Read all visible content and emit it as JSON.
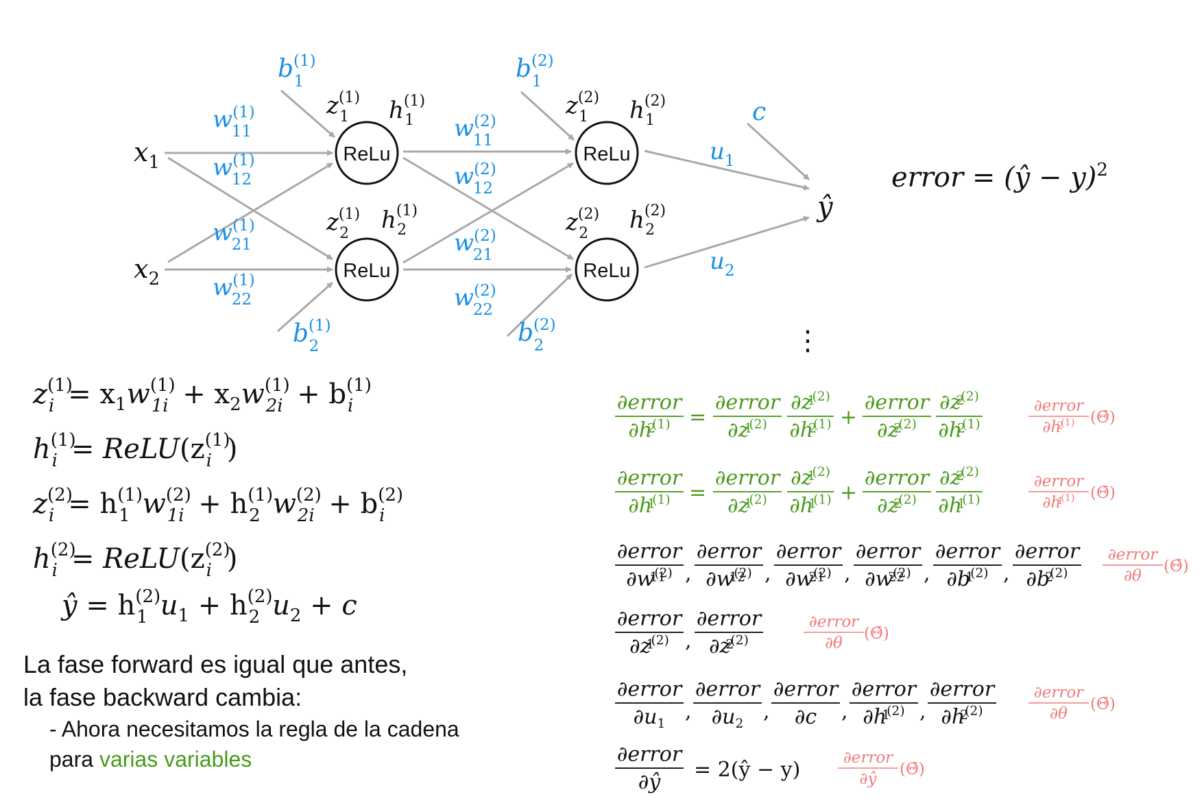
{
  "network": {
    "inputs": [
      "x",
      "x"
    ],
    "neuron_label": "ReLu",
    "output": "ŷ",
    "bias_out": "c",
    "out_weights": [
      "u",
      "u"
    ]
  },
  "equations_forward": {
    "z1": "z_i^(1) = x₁w_1i^(1) + x₂w_2i^(1) + b_i^(1)",
    "h1": "h_i^(1) = ReLU(z_i^(1))",
    "z2": "z_i^(2) = h₁^(1)w_1i^(2) + h₂^(1)w_2i^(2) + b_i^(2)",
    "h2": "h_i^(2) = ReLU(z_i^(2))",
    "y": "ŷ = h₁^(2)u₁ + h₂^(2)u₂ + c"
  },
  "error_eq": "error = (ŷ − y)²",
  "dots": "⋮",
  "notes": {
    "line1": "La fase forward es igual que antes,",
    "line2": "la fase backward cambia:",
    "bullet_prefix": "- Ahora necesitamos la regla de la cadena",
    "bullet_para": "para ",
    "bullet_highlight": "varias variables"
  },
  "backprop": {
    "d_word": "∂error",
    "theta_expr": "(Θ̄)",
    "rhs_last": "= 2(ŷ − y)"
  },
  "colors": {
    "blue": "#1a8fe3",
    "green": "#4a9a1c",
    "pink": "#f07a7a",
    "black": "#111111",
    "arrow": "#a8a8a8"
  }
}
